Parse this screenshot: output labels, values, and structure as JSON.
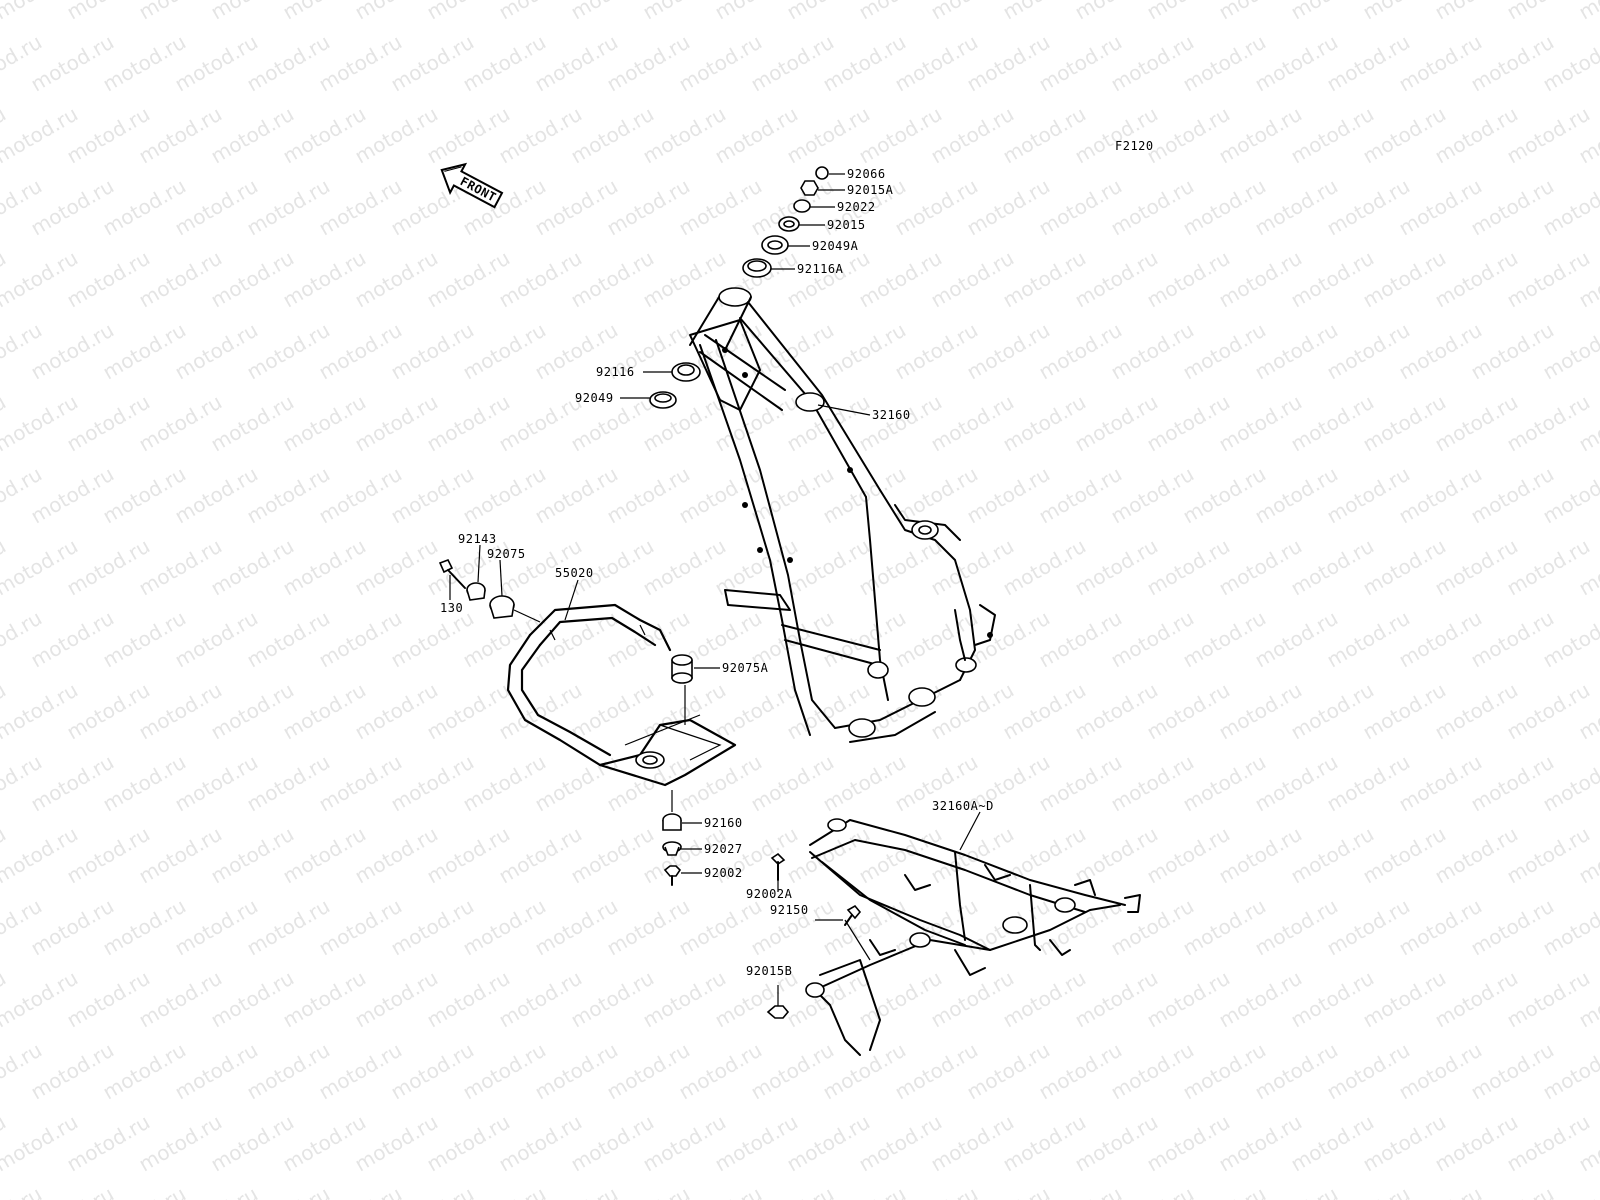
{
  "watermark": "motod.ru",
  "figure_code": "F2120",
  "front_arrow": "FRONT",
  "callouts": [
    {
      "id": "92066",
      "text": "92066"
    },
    {
      "id": "92015A",
      "text": "92015A"
    },
    {
      "id": "92022",
      "text": "92022"
    },
    {
      "id": "92015",
      "text": "92015"
    },
    {
      "id": "92049A",
      "text": "92049A"
    },
    {
      "id": "92116A",
      "text": "92116A"
    },
    {
      "id": "92116",
      "text": "92116"
    },
    {
      "id": "92049",
      "text": "92049"
    },
    {
      "id": "32160",
      "text": "32160"
    },
    {
      "id": "92143",
      "text": "92143"
    },
    {
      "id": "92075",
      "text": "92075"
    },
    {
      "id": "55020",
      "text": "55020"
    },
    {
      "id": "130",
      "text": "130"
    },
    {
      "id": "92075A",
      "text": "92075A"
    },
    {
      "id": "92160",
      "text": "92160"
    },
    {
      "id": "92027",
      "text": "92027"
    },
    {
      "id": "92002",
      "text": "92002"
    },
    {
      "id": "32160A-D",
      "text": "32160A~D"
    },
    {
      "id": "92002A",
      "text": "92002A"
    },
    {
      "id": "92150",
      "text": "92150"
    },
    {
      "id": "92015B",
      "text": "92015B"
    }
  ],
  "colors": {
    "line": "#000000",
    "background": "#ffffff",
    "watermark": "#cfcfcf"
  }
}
